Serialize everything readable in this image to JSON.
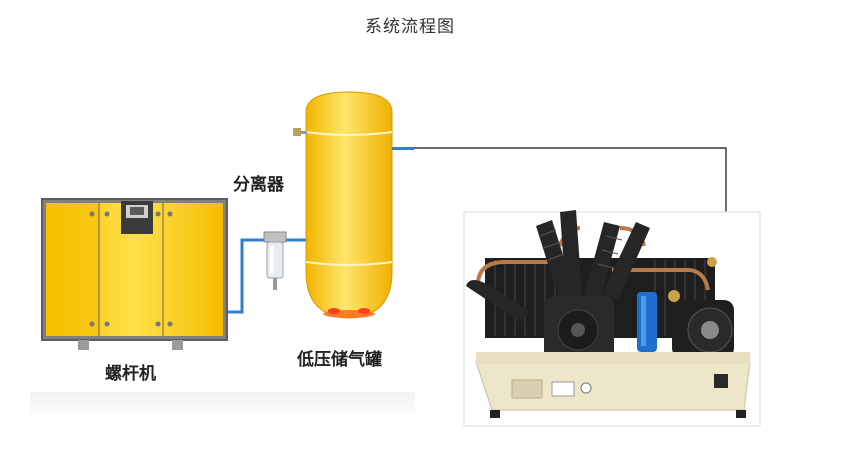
{
  "diagram": {
    "title": "系统流程图",
    "labels": {
      "separator": "分离器",
      "screw_compressor": "螺杆机",
      "low_pressure_tank": "低压储气罐"
    }
  },
  "colors": {
    "yellow": "#F6C400",
    "yellow_light": "#FBE36A",
    "machine_frame": "#6e6e6e",
    "pipe_blue": "#2f7fd1",
    "line_black": "#111111"
  }
}
